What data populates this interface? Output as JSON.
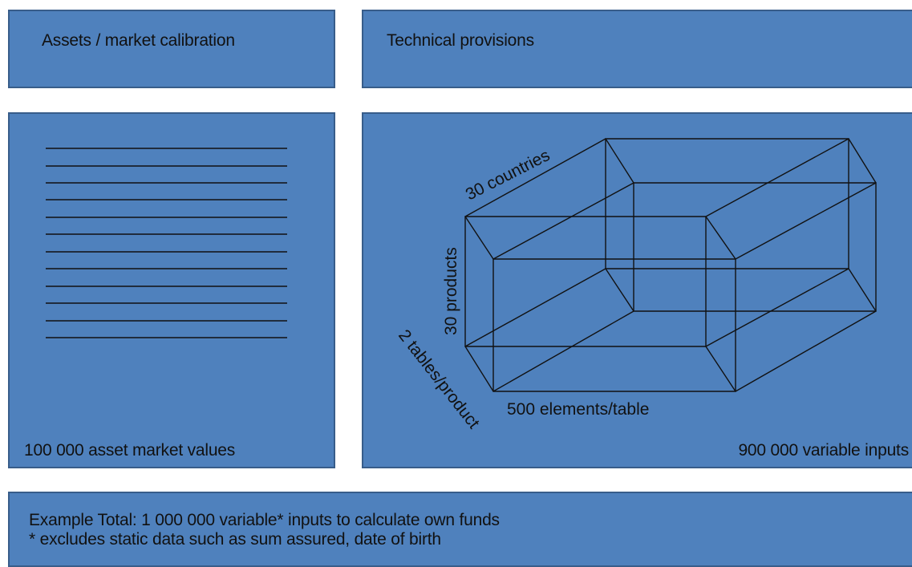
{
  "assets_panel": {
    "title": "Assets / market calibration",
    "footer": "100 000 asset market values"
  },
  "provisions_panel": {
    "title": "Technical provisions",
    "footer": "900 000 variable inputs",
    "cube_labels": {
      "countries": "30 countries",
      "products": "30 products",
      "tables": "2 tables/product",
      "elements": "500 elements/table"
    }
  },
  "summary_panel": {
    "line1": "Example Total: 1 000 000 variable* inputs to calculate own funds",
    "line2": "* excludes static data such as sum assured, date of birth"
  },
  "colors": {
    "panel_fill": "#4f81bd",
    "panel_border": "#385d8a",
    "line": "#111111"
  }
}
